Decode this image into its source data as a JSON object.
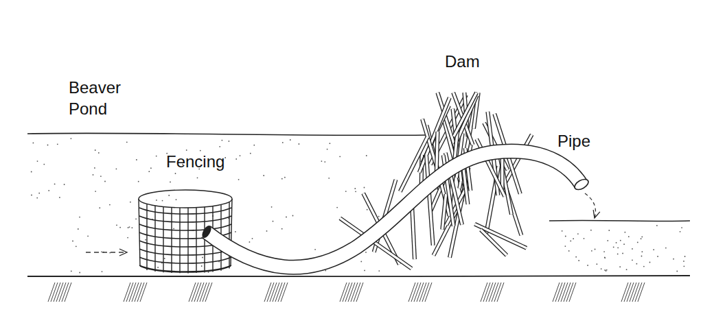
{
  "diagram": {
    "labels": [
      "Dam",
      "Beaver Pond",
      "Fencing",
      "Pipe"
    ]
  }
}
